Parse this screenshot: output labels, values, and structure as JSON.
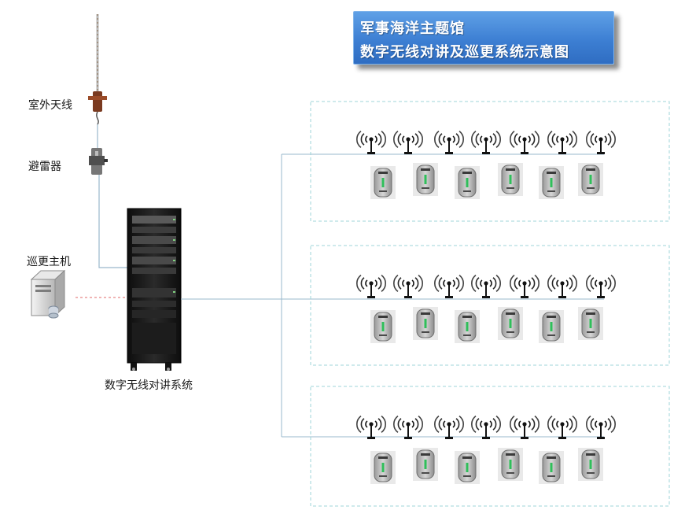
{
  "title": {
    "line1": "军事海洋主题馆",
    "line2": "数字无线对讲及巡更系统示意图"
  },
  "labels": {
    "outdoor_antenna": "室外天线",
    "lightning_arrester": "避雷器",
    "patrol_host": "巡更主机",
    "digital_system": "数字无线对讲系统"
  },
  "colors": {
    "title_bg": "#3d7fd3",
    "zone_border": "#9fd6d8",
    "cable": "#9ab8cc",
    "data_link": "#e06a6a",
    "tag_body": "#c9c9c9",
    "tag_led": "#2fbf5a",
    "rack": "#141414"
  },
  "zones": [
    {
      "repeaters": 7,
      "tags": 6
    },
    {
      "repeaters": 7,
      "tags": 6
    },
    {
      "repeaters": 7,
      "tags": 6
    }
  ],
  "icons": {
    "repeater": "wireless-signal-icon",
    "tag": "patrol-tag-icon",
    "host": "server-tower-icon",
    "rack": "equipment-rack-icon",
    "antenna": "antenna-icon",
    "arrester": "lightning-arrester-icon"
  }
}
